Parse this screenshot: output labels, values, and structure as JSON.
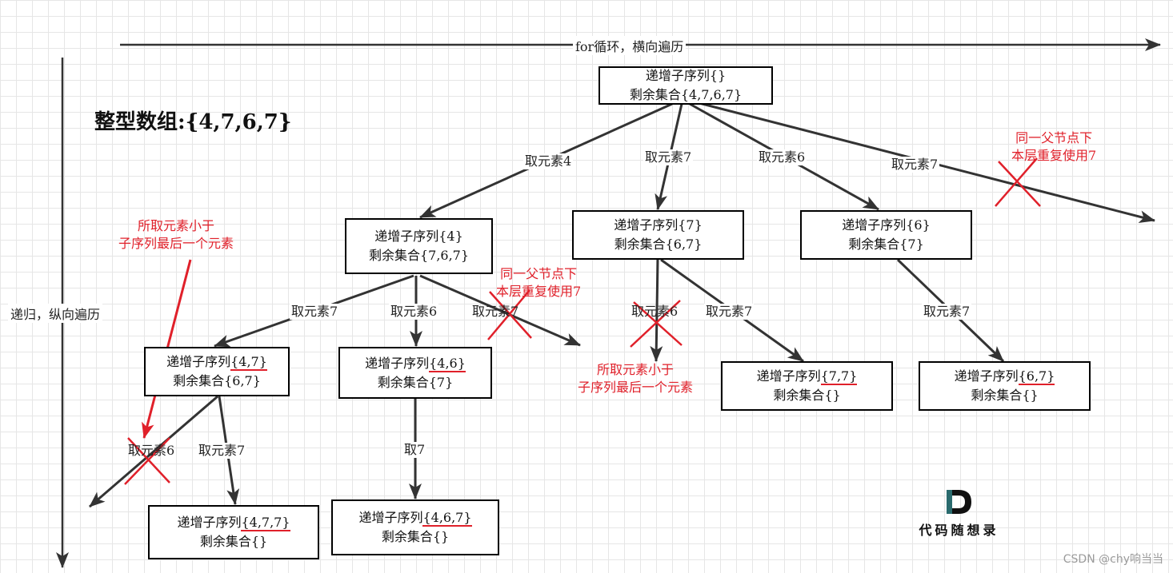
{
  "horizontal_axis_label": "for循环，横向遍历",
  "vertical_axis_label": "递归，纵向遍历",
  "title": "整型数组:{4,7,6,7}",
  "nodes": {
    "root": {
      "line1_prefix": "递增子序列",
      "line1_value": "{}",
      "line2": "剩余集合{4,7,6,7}"
    },
    "n4": {
      "line1_prefix": "递增子序列",
      "line1_value": "{4}",
      "line2": "剩余集合{7,6,7}"
    },
    "n7": {
      "line1_prefix": "递增子序列",
      "line1_value": "{7}",
      "line2": "剩余集合{6,7}"
    },
    "n6": {
      "line1_prefix": "递增子序列",
      "line1_value": "{6}",
      "line2": "剩余集合{7}"
    },
    "n47": {
      "line1_prefix": "递增子序列",
      "line1_value": "{4,7}",
      "line2": "剩余集合{6,7}"
    },
    "n46": {
      "line1_prefix": "递增子序列",
      "line1_value": "{4,6}",
      "line2": "剩余集合{7}"
    },
    "n77": {
      "line1_prefix": "递增子序列",
      "line1_value": "{7,7}",
      "line2": "剩余集合{}"
    },
    "n67": {
      "line1_prefix": "递增子序列",
      "line1_value": "{6,7}",
      "line2": "剩余集合{}"
    },
    "n477": {
      "line1_prefix": "递增子序列",
      "line1_value": "{4,7,7}",
      "line2": "剩余集合{}"
    },
    "n467": {
      "line1_prefix": "递增子序列",
      "line1_value": "{4,6,7}",
      "line2": "剩余集合{}"
    }
  },
  "edge_labels": {
    "root_4": "取元素4",
    "root_7": "取元素7",
    "root_6": "取元素6",
    "root_7b": "取元素7",
    "n4_7": "取元素7",
    "n4_6": "取元素6",
    "n4_7b": "取元素7",
    "n7_6": "取元素6",
    "n7_7": "取元素7",
    "n6_7": "取元素7",
    "n47_6": "取元素6",
    "n47_7": "取元素7",
    "n46_7": "取7"
  },
  "notes": {
    "same_level_top": [
      "同一父节点下",
      "本层重复使用7"
    ],
    "same_level_mid": [
      "同一父节点下",
      "本层重复使用7"
    ],
    "smaller_left": [
      "所取元素小于",
      "子序列最后一个元素"
    ],
    "smaller_mid": [
      "所取元素小于",
      "子序列最后一个元素"
    ]
  },
  "logo_text": "代码随想录",
  "watermark": "CSDN @chy响当当",
  "colors": {
    "note": "#e0202a",
    "arrow": "#333333",
    "grid": "#e6e6e6"
  }
}
